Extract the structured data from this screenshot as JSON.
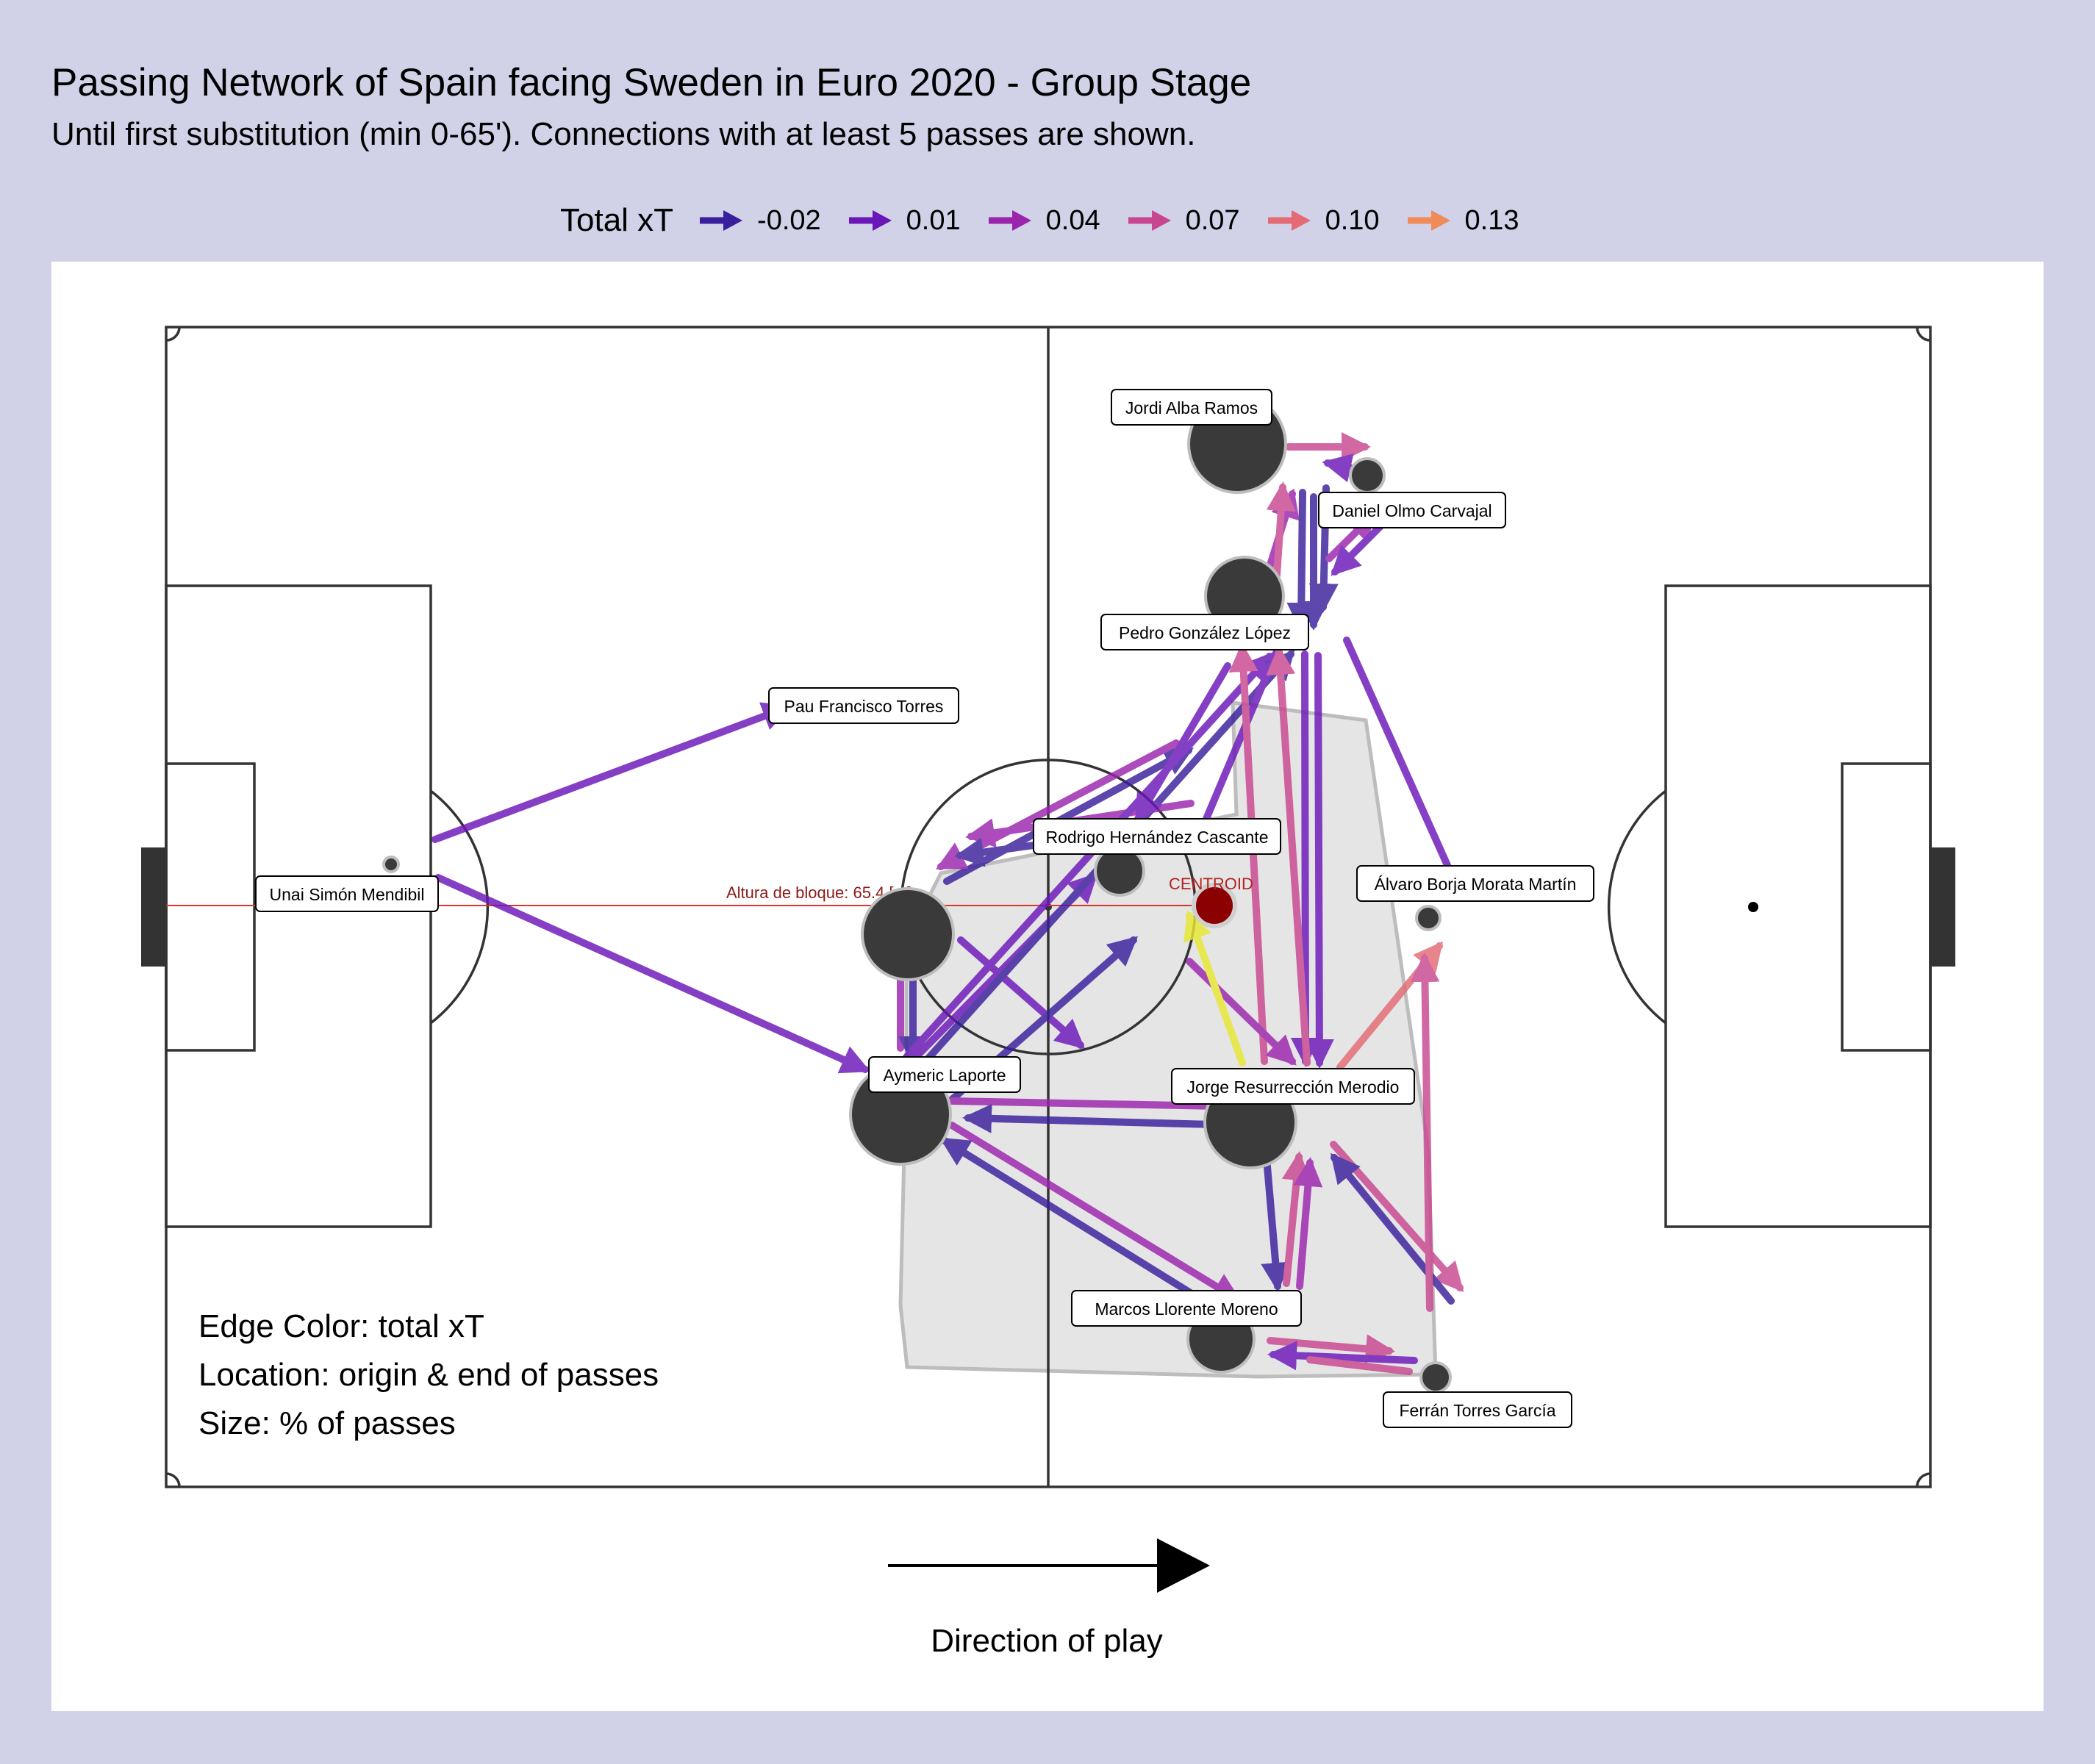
{
  "header": {
    "title": "Passing Network of Spain facing Sweden in Euro 2020 - Group Stage",
    "subtitle": "Until first substitution (min 0-65'). Connections with at least 5 passes are shown."
  },
  "legend": {
    "title": "Total xT",
    "items": [
      {
        "label": "-0.02",
        "color": "#3a1f9c"
      },
      {
        "label": "0.01",
        "color": "#6b16b8"
      },
      {
        "label": "0.04",
        "color": "#9b24ad"
      },
      {
        "label": "0.07",
        "color": "#c8468f"
      },
      {
        "label": "0.10",
        "color": "#e46a73"
      },
      {
        "label": "0.13",
        "color": "#f08a58"
      }
    ]
  },
  "pitch": {
    "block_height_label": "Altura de bloque: 65.4 [m]",
    "centroid_label": "CENTROID"
  },
  "players": [
    {
      "id": "simon",
      "name": "Unai Simón Mendibil"
    },
    {
      "id": "torres",
      "name": "Pau Francisco Torres"
    },
    {
      "id": "laporte",
      "name": "Aymeric Laporte"
    },
    {
      "id": "alba",
      "name": "Jordi Alba Ramos"
    },
    {
      "id": "olmo",
      "name": "Daniel Olmo Carvajal"
    },
    {
      "id": "pedri",
      "name": "Pedro González López"
    },
    {
      "id": "rodri",
      "name": "Rodrigo Hernández Cascante"
    },
    {
      "id": "morata",
      "name": "Álvaro Borja Morata Martín"
    },
    {
      "id": "koke",
      "name": "Jorge Resurrección Merodio"
    },
    {
      "id": "llorente",
      "name": "Marcos Llorente Moreno"
    },
    {
      "id": "ferran",
      "name": "Ferrán Torres García"
    }
  ],
  "captions": {
    "edge_color": "Edge Color: total xT",
    "location": "Location: origin & end of passes",
    "size": "Size: % of passes"
  },
  "direction_label": "Direction of play"
}
